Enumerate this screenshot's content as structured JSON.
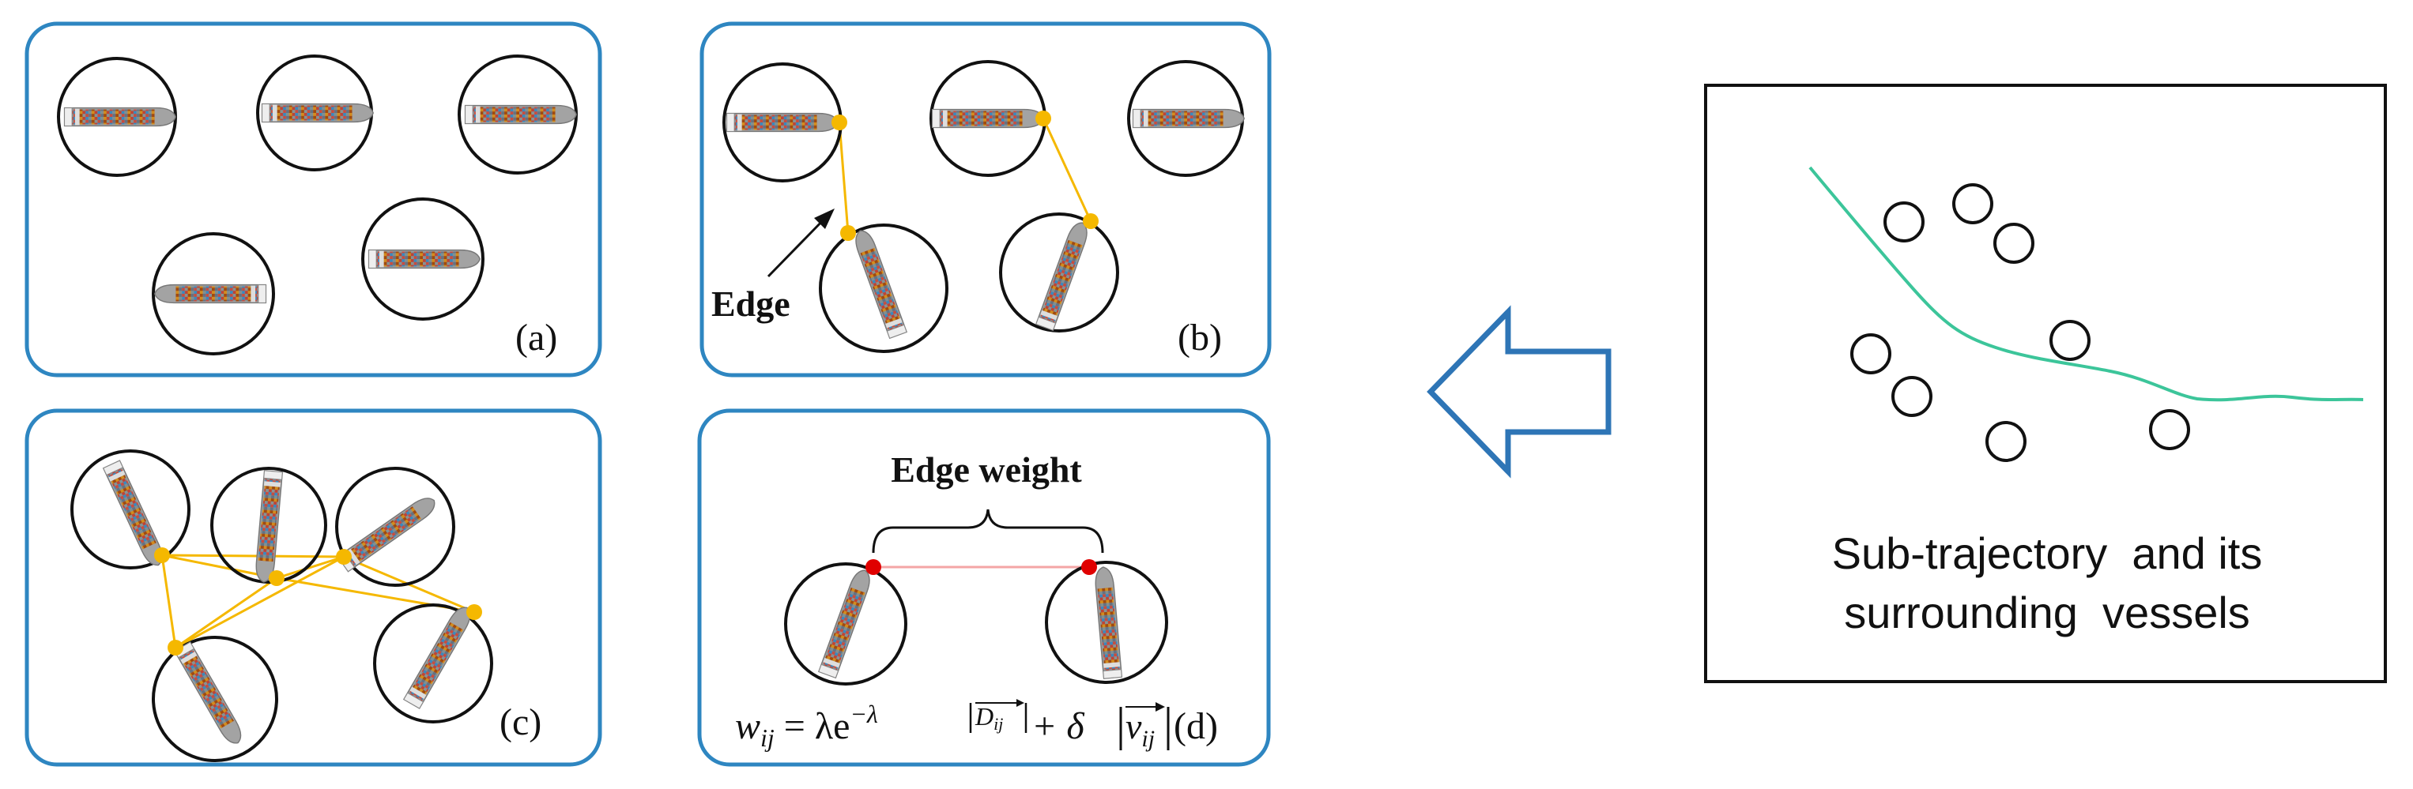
{
  "panels": {
    "a": {
      "label": "(a)"
    },
    "b": {
      "label": "(b)",
      "edge_label": "Edge"
    },
    "c": {
      "label": "(c)"
    },
    "d": {
      "label": "(d)",
      "edge_weight_label": "Edge weight",
      "formula": {
        "w": "w",
        "w_sub": "ij",
        "eq": " = λe",
        "exp_lambda": "−λ",
        "D": "D",
        "D_sub": "ij",
        "plus": " + δ",
        "v": "v",
        "v_sub": "ij"
      }
    }
  },
  "subtrajectory": {
    "caption_line1": "Sub-trajectory  and its",
    "caption_line2": "surrounding  vessels"
  },
  "colors": {
    "panel_border": "#2e86c1",
    "arrow": "#2e75b6",
    "edge": "#f5b800",
    "node": "#f5b800",
    "node_red": "#e00000",
    "weight_line": "#f4a6a6",
    "trajectory": "#3cc59a",
    "vessel_hull": "#9a9a9a"
  },
  "icons": {
    "vessel": "ship-icon",
    "arrow": "left-arrow-icon"
  }
}
